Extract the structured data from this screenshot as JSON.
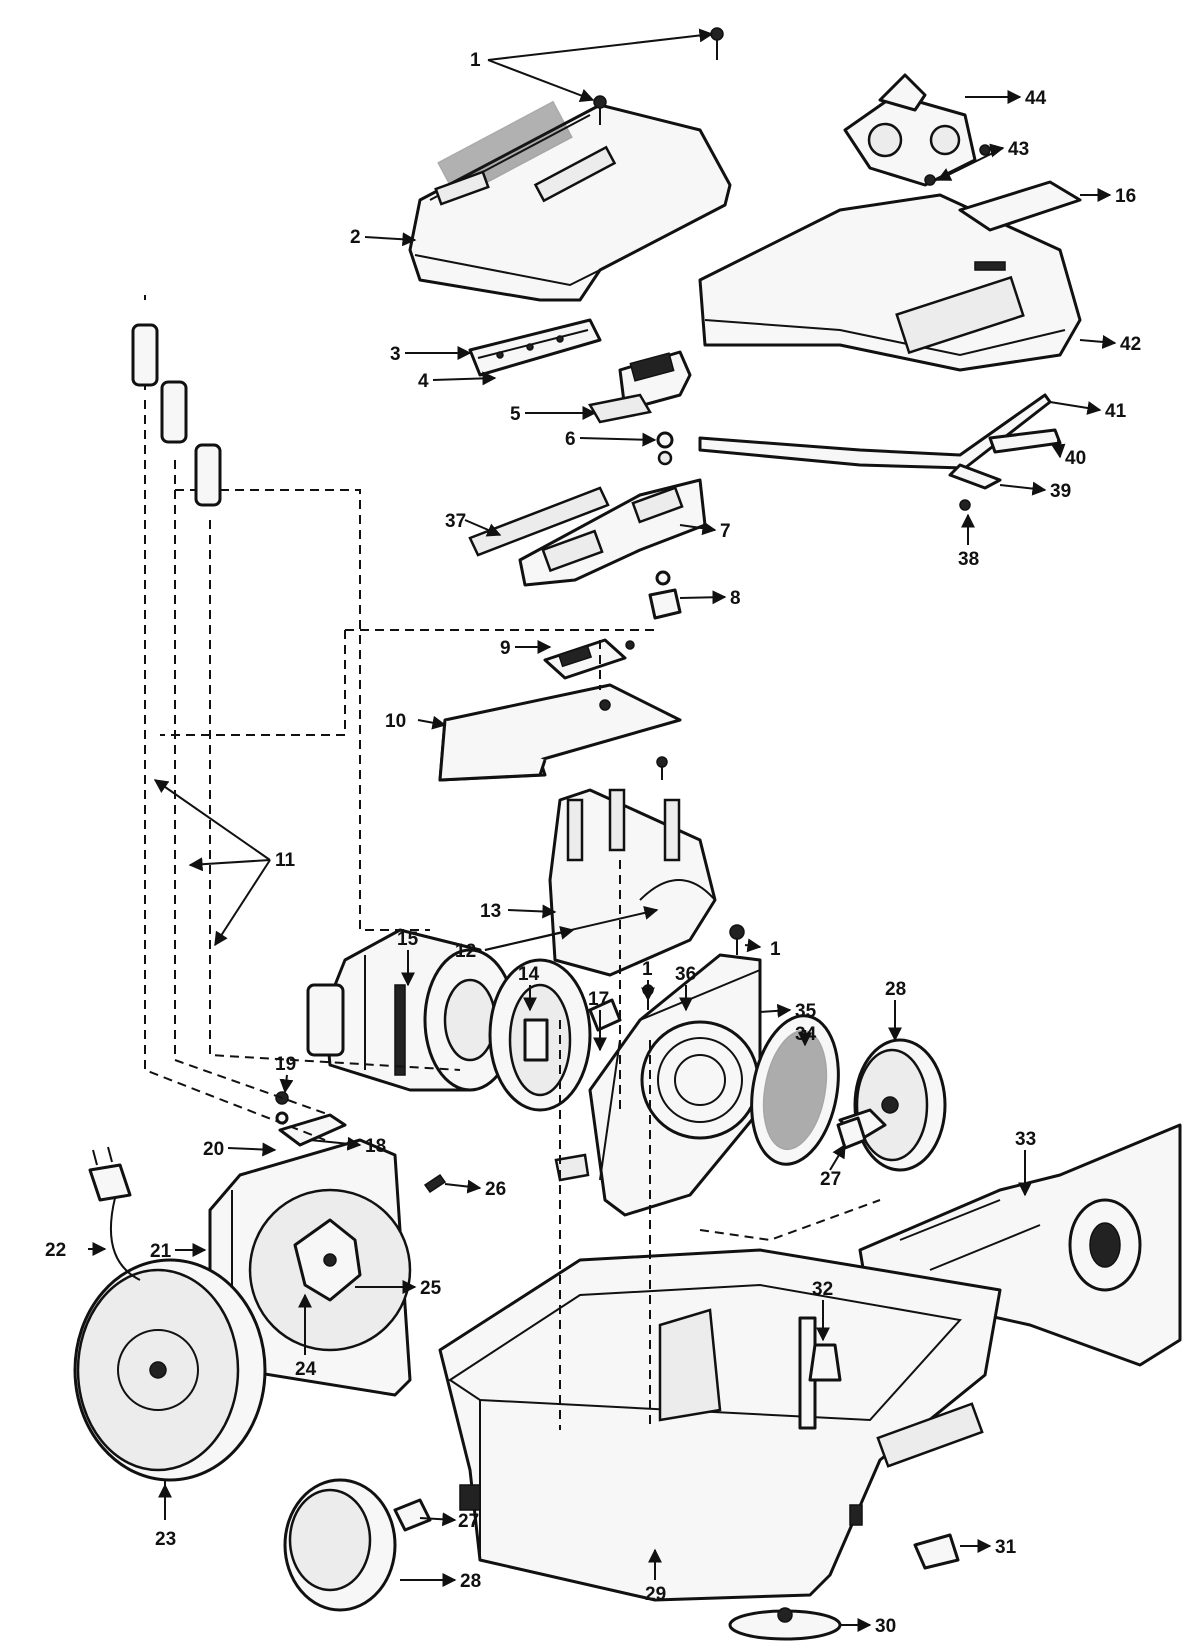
{
  "callouts": [
    "1",
    "2",
    "3",
    "4",
    "5",
    "6",
    "7",
    "8",
    "9",
    "10",
    "11",
    "12",
    "13",
    "14",
    "15",
    "16",
    "17",
    "18",
    "19",
    "20",
    "21",
    "22",
    "23",
    "24",
    "25",
    "26",
    "27",
    "28",
    "29",
    "30",
    "31",
    "32",
    "33",
    "34",
    "35",
    "36",
    "37",
    "38",
    "39",
    "40",
    "41",
    "42",
    "43",
    "44"
  ],
  "colors": {
    "ink": "#111111",
    "paper": "#ffffff",
    "part_fill": "#f7f7f7"
  }
}
